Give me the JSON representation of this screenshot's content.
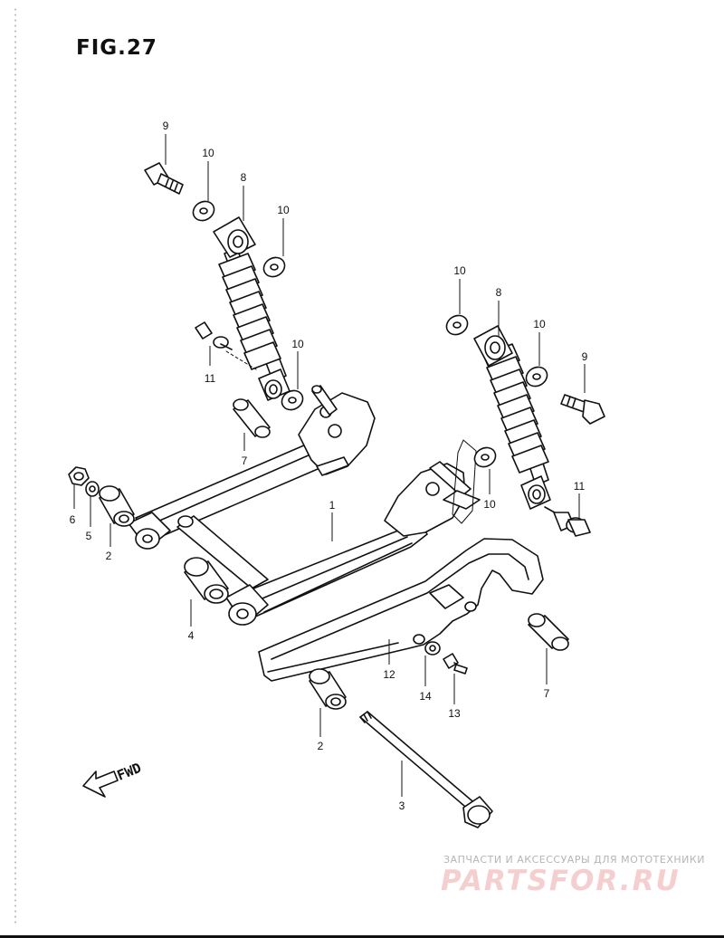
{
  "figure": {
    "title": "FIG.27",
    "fwd_label": "FWD"
  },
  "callouts": [
    {
      "id": "c-9a",
      "label": "9"
    },
    {
      "id": "c-10a",
      "label": "10"
    },
    {
      "id": "c-8a",
      "label": "8"
    },
    {
      "id": "c-10b",
      "label": "10"
    },
    {
      "id": "c-11a",
      "label": "11"
    },
    {
      "id": "c-10c",
      "label": "10"
    },
    {
      "id": "c-7a",
      "label": "7"
    },
    {
      "id": "c-6",
      "label": "6"
    },
    {
      "id": "c-5",
      "label": "5"
    },
    {
      "id": "c-2a",
      "label": "2"
    },
    {
      "id": "c-1",
      "label": "1"
    },
    {
      "id": "c-4",
      "label": "4"
    },
    {
      "id": "c-10d",
      "label": "10"
    },
    {
      "id": "c-8b",
      "label": "8"
    },
    {
      "id": "c-10e",
      "label": "10"
    },
    {
      "id": "c-9b",
      "label": "9"
    },
    {
      "id": "c-10f",
      "label": "10"
    },
    {
      "id": "c-11b",
      "label": "11"
    },
    {
      "id": "c-12",
      "label": "12"
    },
    {
      "id": "c-14",
      "label": "14"
    },
    {
      "id": "c-13",
      "label": "13"
    },
    {
      "id": "c-7b",
      "label": "7"
    },
    {
      "id": "c-2b",
      "label": "2"
    },
    {
      "id": "c-3",
      "label": "3"
    }
  ],
  "watermark": {
    "tagline": "ЗАПЧАСТИ И АКСЕССУАРЫ ДЛЯ МОТОТЕХНИКИ",
    "logo": "PARTSFOR.RU"
  }
}
